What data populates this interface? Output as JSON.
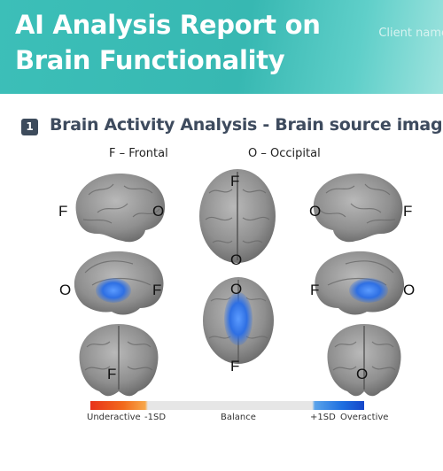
{
  "header": {
    "title": "AI Analysis Report on Brain Functionality",
    "client_label": "Client name"
  },
  "section": {
    "number": "1",
    "title": "Brain Activity Analysis - Brain source image"
  },
  "legend": {
    "frontal": "F – Frontal",
    "occipital": "O – Occipital"
  },
  "region_labels": {
    "frontal": "F",
    "occipital": "O"
  },
  "scale": {
    "underactive": "Underactive",
    "minus_1sd": "-1SD",
    "balance": "Balance",
    "plus_1sd": "+1SD",
    "overactive": "Overactive"
  },
  "colors": {
    "header": "#3cbfb8",
    "section_title": "#3e4b5e",
    "underactive": "#e8321a",
    "overactive": "#1546c9",
    "activity_blob": "#2e6fe3"
  }
}
